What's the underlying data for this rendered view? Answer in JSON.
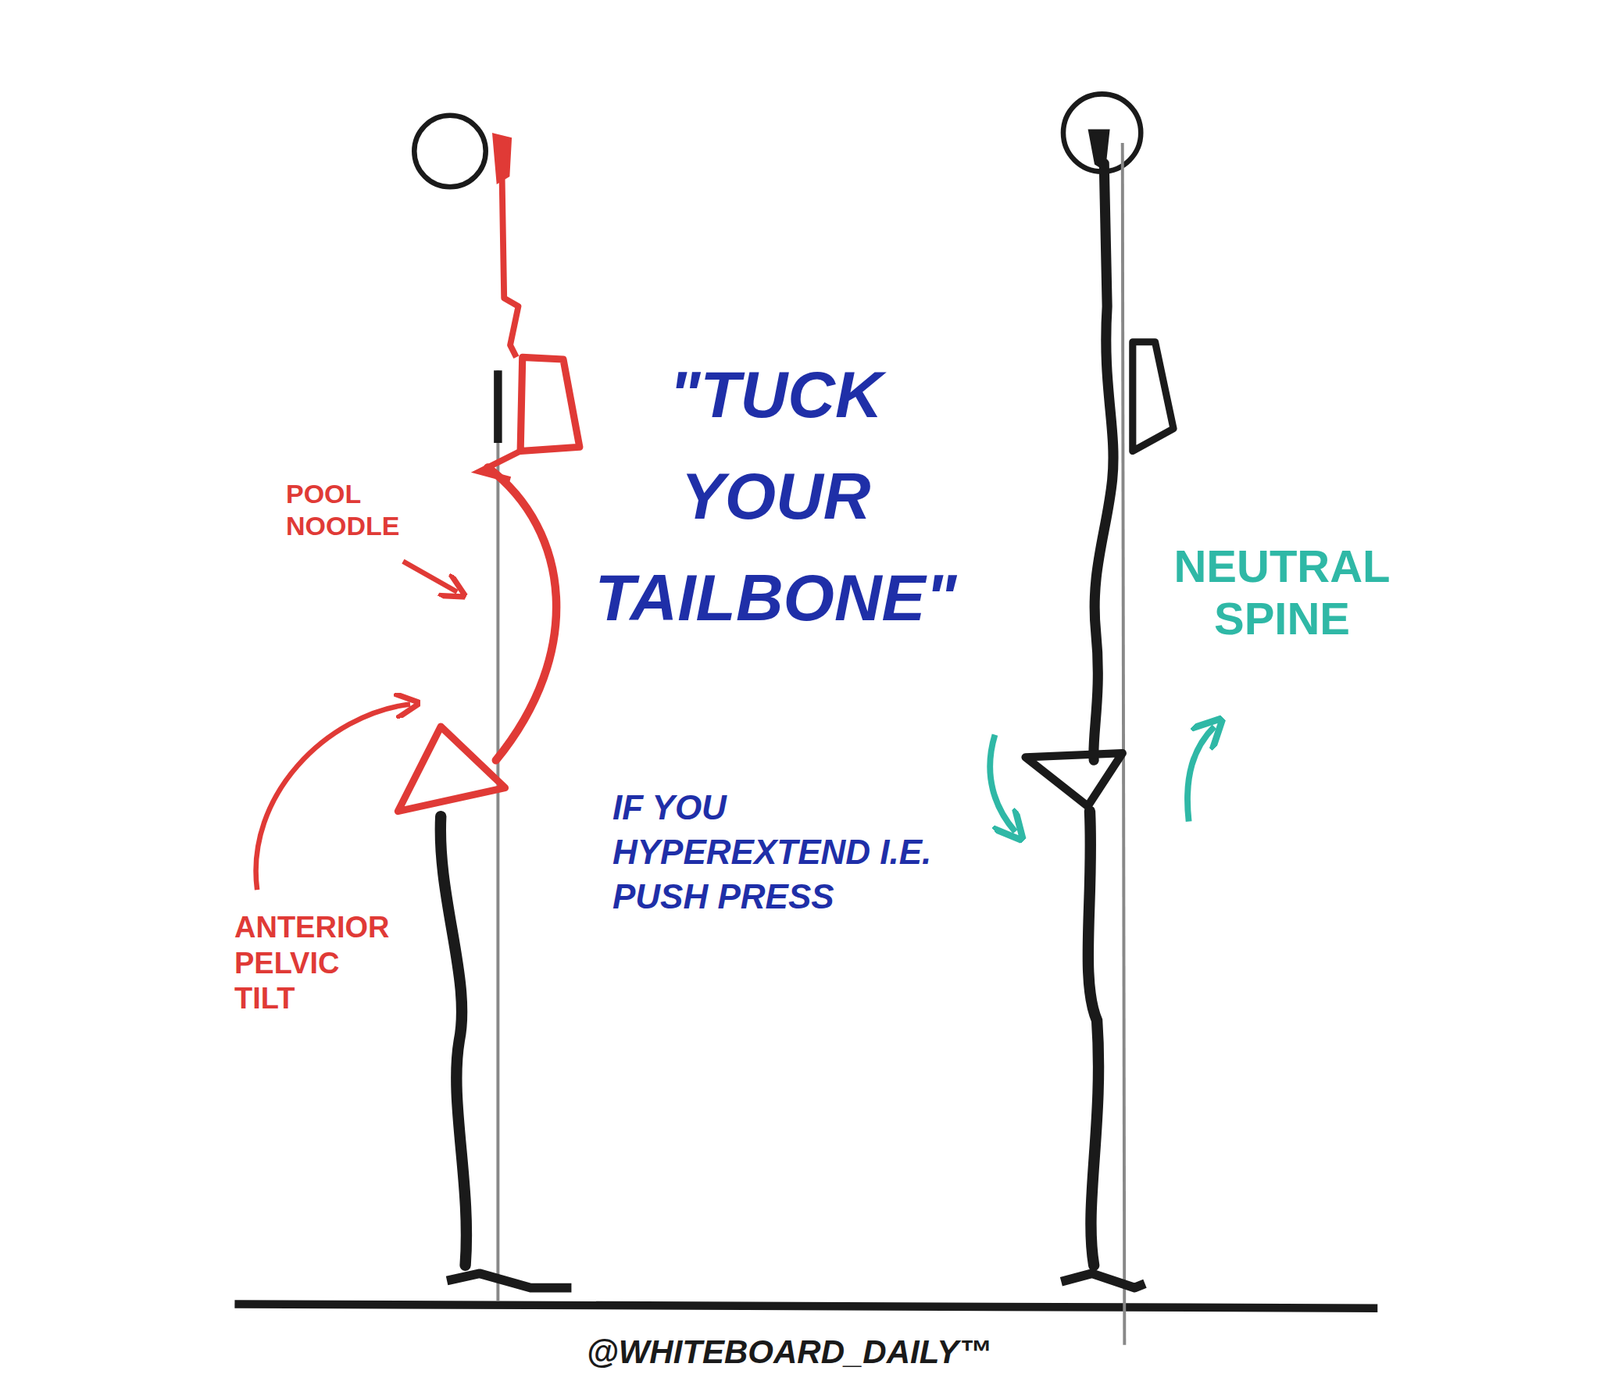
{
  "diagram": {
    "title": "\"TUCK YOUR TAILBONE\"",
    "labels": [
      "POOL NOODLE",
      "ANTERIOR PELVIC TILT",
      "IF YOU HYPEREXTEND I.E. PUSH PRESS",
      "NEUTRAL SPINE",
      "@WHITEBOARD_DAILY™"
    ]
  }
}
